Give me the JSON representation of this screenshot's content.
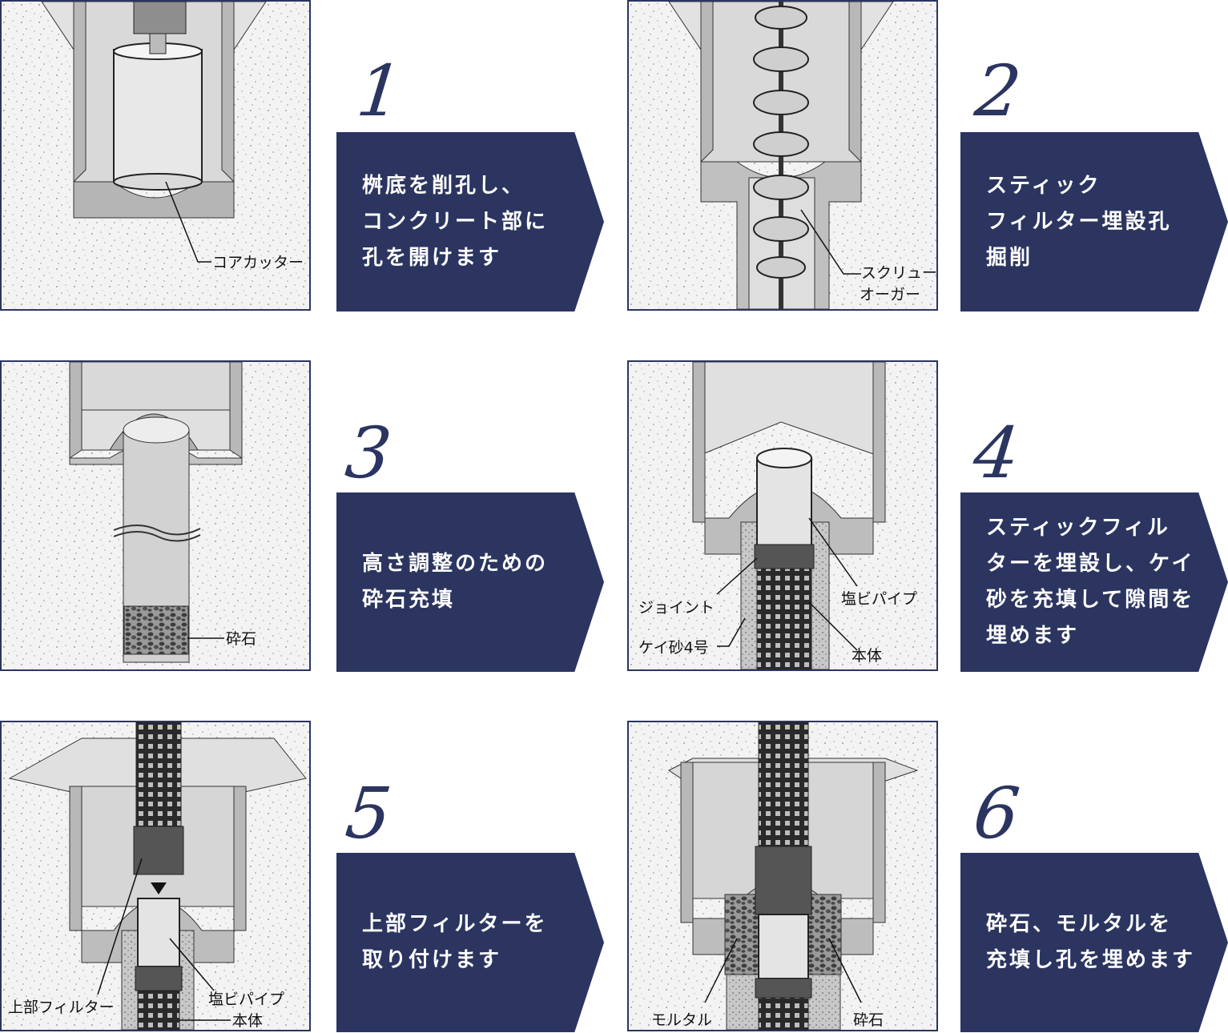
{
  "steps": [
    {
      "number": "1",
      "lines": [
        "桝底を削孔し、",
        "コンクリート部に",
        "孔を開けます"
      ],
      "labels": {
        "core_cutter": "コアカッター"
      }
    },
    {
      "number": "2",
      "lines": [
        "スティック",
        "フィルター埋設孔",
        "掘削"
      ],
      "labels": {
        "screw_auger_1": "スクリュー",
        "screw_auger_2": "オーガー"
      }
    },
    {
      "number": "3",
      "lines": [
        "高さ調整のための",
        "砕石充填"
      ],
      "labels": {
        "gravel": "砕石"
      }
    },
    {
      "number": "4",
      "lines": [
        "スティックフィル",
        "ターを埋設し、ケイ",
        "砂を充填して隙間を",
        "埋めます"
      ],
      "labels": {
        "joint": "ジョイント",
        "pvc_pipe": "塩ビパイプ",
        "silica_sand": "ケイ砂4号",
        "body": "本体"
      }
    },
    {
      "number": "5",
      "lines": [
        "上部フィルターを",
        "取り付けます"
      ],
      "labels": {
        "upper_filter": "上部フィルター",
        "pvc_pipe": "塩ビパイプ",
        "body": "本体"
      }
    },
    {
      "number": "6",
      "lines": [
        "砕石、モルタルを",
        "充填し孔を埋めます"
      ],
      "labels": {
        "mortar": "モルタル",
        "gravel": "砕石"
      }
    }
  ],
  "colors": {
    "navy": "#2b3560",
    "concrete": "#f1f1f1",
    "shade": "#b8b8b8",
    "pipe": "#dcdcdc",
    "dark": "#4a4a4a"
  }
}
